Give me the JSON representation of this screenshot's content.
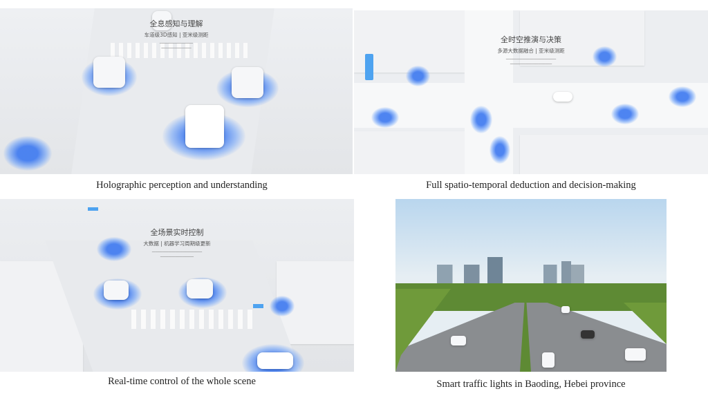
{
  "panels": [
    {
      "title": "全息感知与理解",
      "subtitle": "车道级3D感知 | 亚米级测距",
      "caption": "Holographic perception and understanding"
    },
    {
      "title": "全时空推演与决策",
      "subtitle": "多源大数据融合 | 亚米级测距",
      "caption": "Full spatio-temporal deduction and decision-making"
    },
    {
      "title": "全场景实时控制",
      "subtitle": "大数据 | 机器学习周期级更新",
      "caption": "Real-time control of the whole scene"
    },
    {
      "caption": "Smart traffic lights in Baoding, Hebei province"
    }
  ],
  "colors": {
    "accent": "#3b78f0",
    "sky": "#cfe3f2",
    "grass": "#6f9a3a",
    "asphalt": "#8a8d90"
  }
}
